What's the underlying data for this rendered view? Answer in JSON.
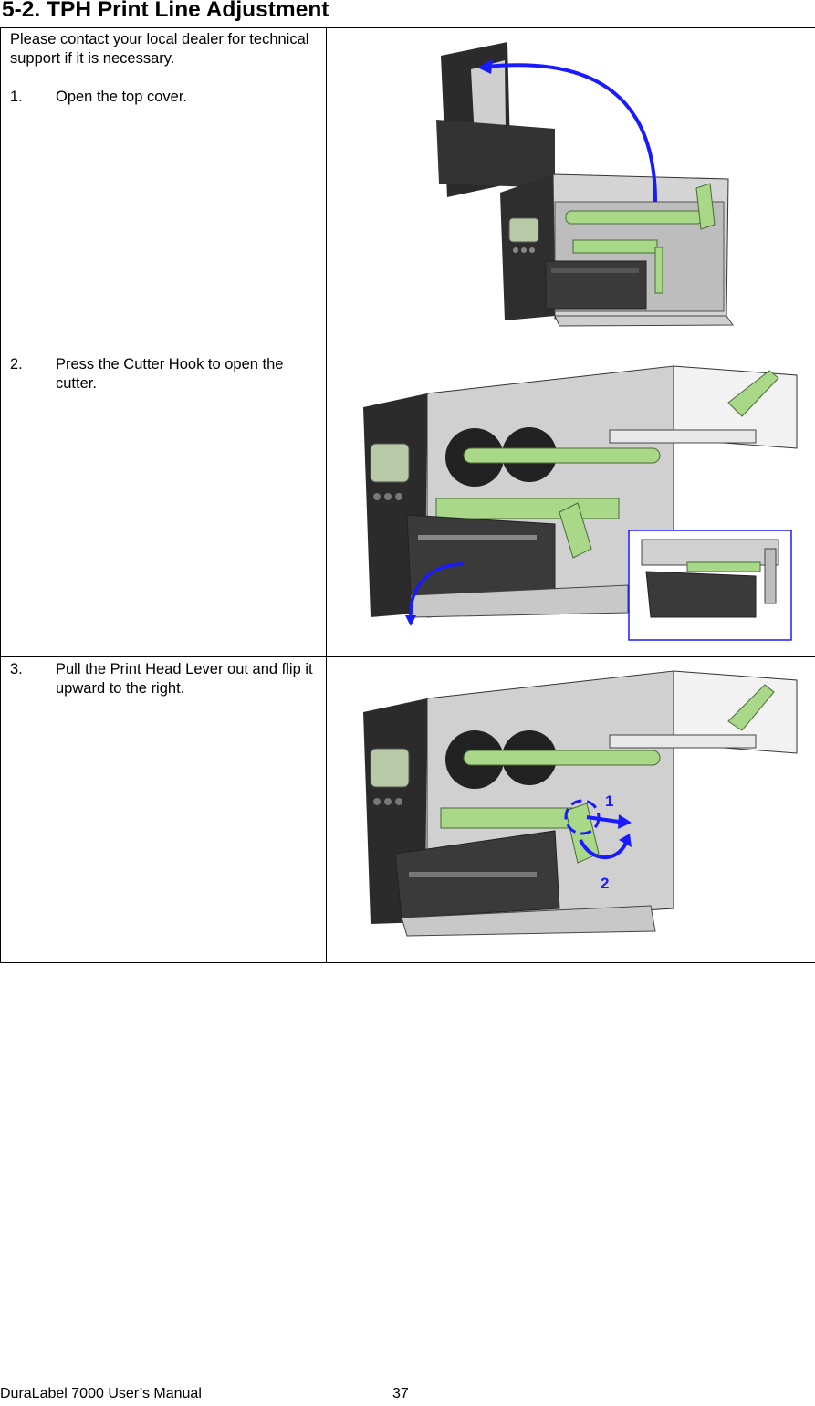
{
  "header": {
    "title": "5-2. TPH Print Line Adjustment"
  },
  "steps": [
    {
      "intro": "Please contact your local dealer for technical support if it is necessary.",
      "number": "1.",
      "text": "Open the top cover.",
      "image": "printer-top-cover-open"
    },
    {
      "number": "2.",
      "text": "Press the Cutter Hook to open the cutter.",
      "image": "printer-cutter-open"
    },
    {
      "number": "3.",
      "text": "Pull the Print Head Lever out and flip it upward to the right.",
      "image": "printer-head-lever"
    }
  ],
  "callouts": {
    "one": "1",
    "two": "2"
  },
  "colors": {
    "arrow": "#1a1aff",
    "accent_green": "#a8d888",
    "body_dark": "#2b2b2b",
    "frame_gray": "#c8c8c8"
  },
  "footer": {
    "manual": "DuraLabel 7000 User’s Manual",
    "page": "37"
  }
}
